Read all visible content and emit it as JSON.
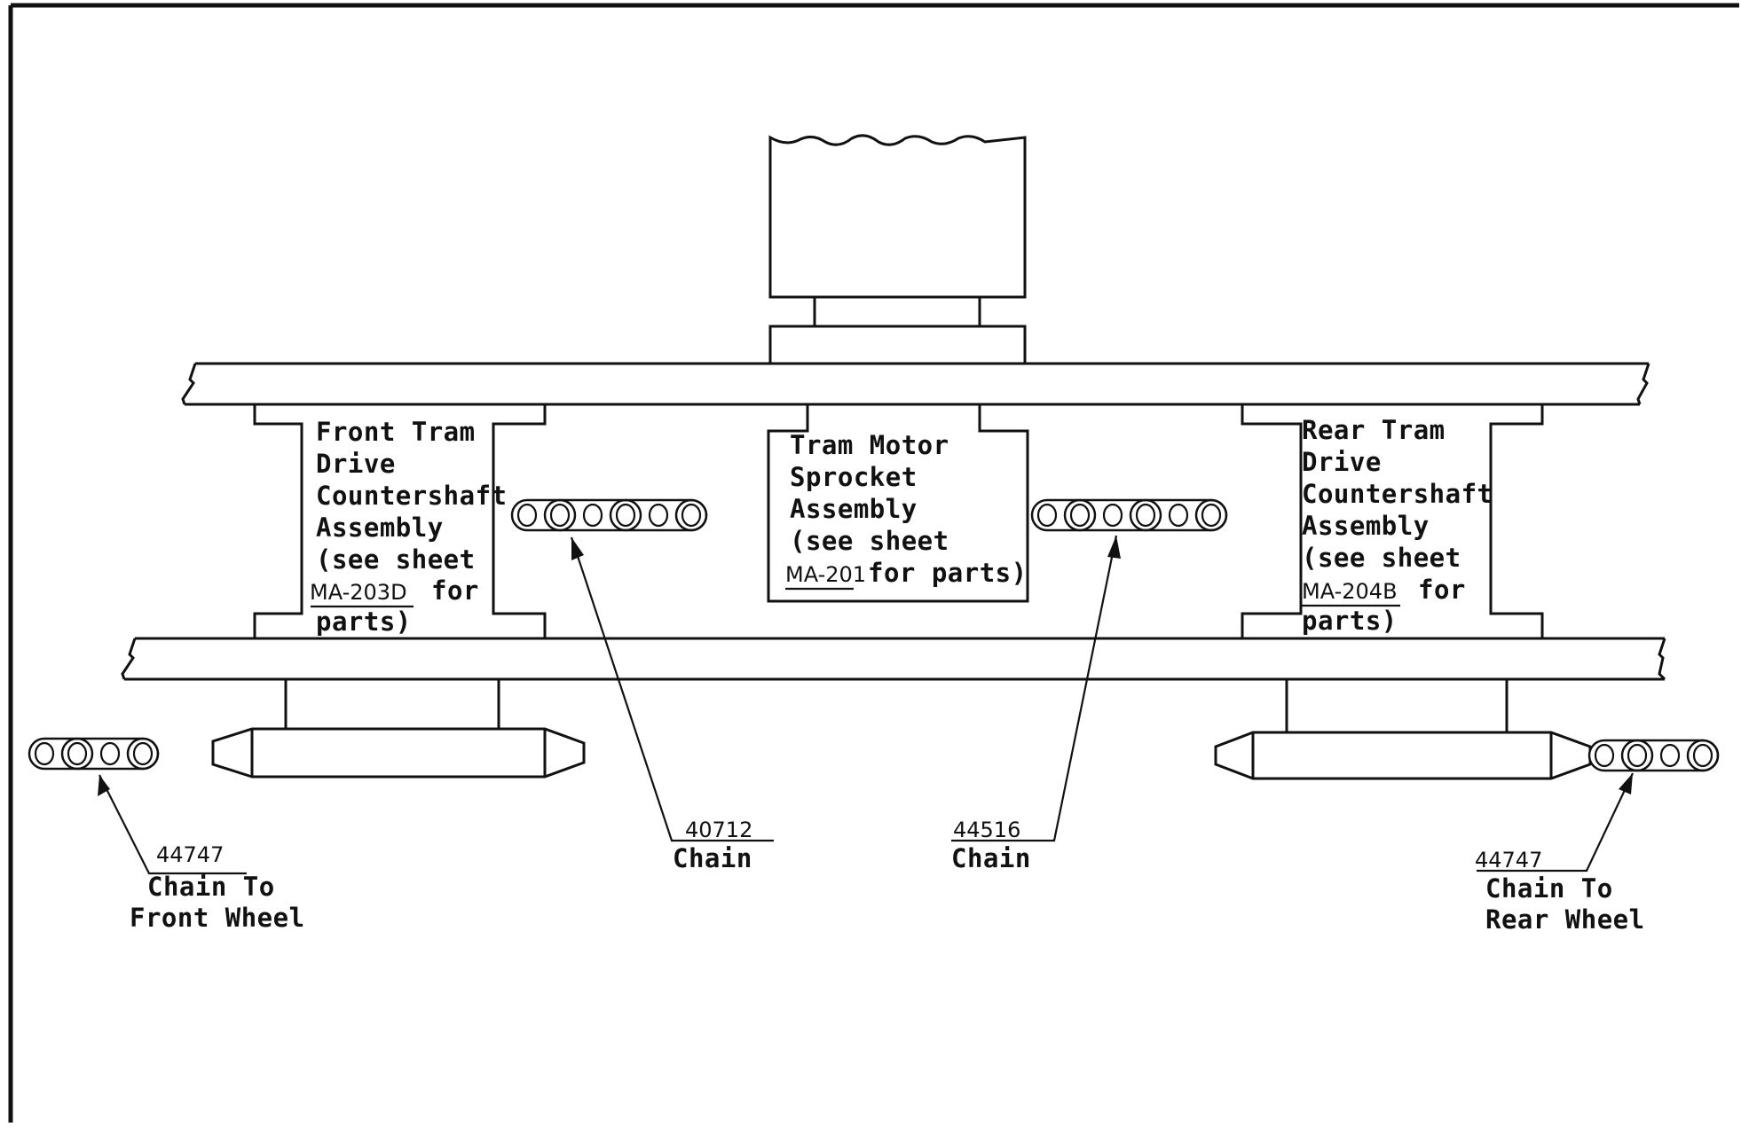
{
  "diagram": {
    "labels": {
      "front_countershaft": [
        "Front Tram",
        "Drive",
        "Countershaft",
        "Assembly",
        "(see sheet",
        "for",
        "parts)"
      ],
      "front_sheet_ref": "MA-203D",
      "motor_sprocket": [
        "Tram Motor",
        "Sprocket",
        "Assembly",
        "(see sheet",
        "for parts)"
      ],
      "motor_sheet_ref": "MA-201",
      "rear_countershaft": [
        "Rear Tram",
        "Drive",
        "Countershaft",
        "Assembly",
        "(see sheet",
        "for",
        "parts)"
      ],
      "rear_sheet_ref": "MA-204B"
    },
    "callouts": [
      {
        "id": "front-wheel-chain",
        "part_number": "44747",
        "lines": [
          "Chain To",
          "Front Wheel"
        ]
      },
      {
        "id": "front-drive-chain",
        "part_number": "40712",
        "lines": [
          "Chain"
        ]
      },
      {
        "id": "rear-drive-chain",
        "part_number": "44516",
        "lines": [
          "Chain"
        ]
      },
      {
        "id": "rear-wheel-chain",
        "part_number": "44747",
        "lines": [
          "Chain To",
          "Rear Wheel"
        ]
      }
    ]
  }
}
